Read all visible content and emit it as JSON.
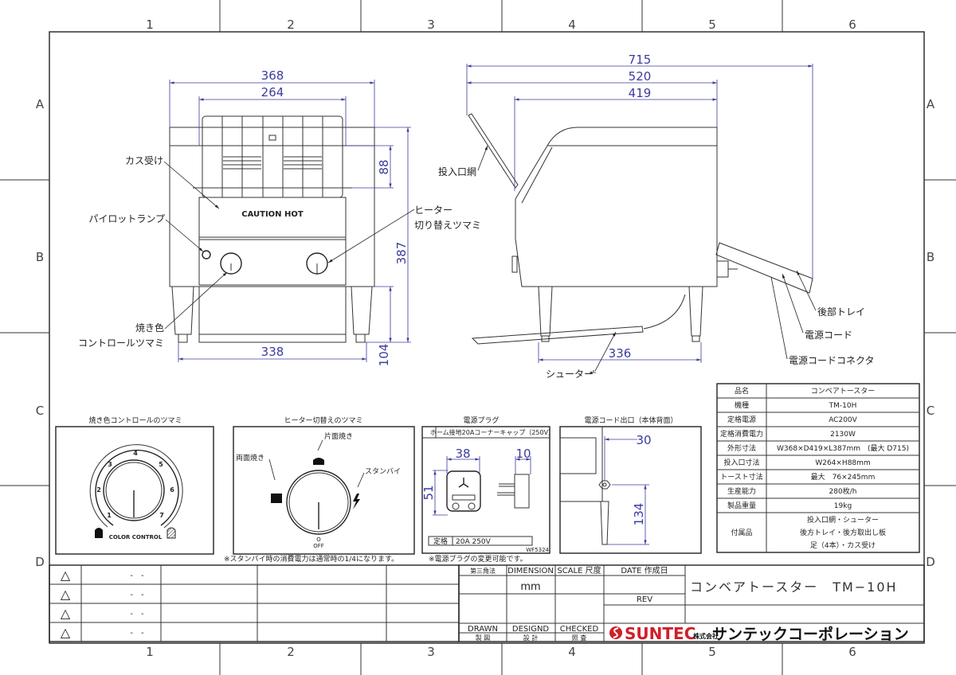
{
  "grid": {
    "columns": [
      "1",
      "2",
      "3",
      "4",
      "5",
      "6"
    ],
    "rows": [
      "A",
      "B",
      "C",
      "D"
    ]
  },
  "front_view": {
    "dims": {
      "overall_width": "368",
      "inlet_width": "264",
      "inlet_height": "88",
      "height": "387",
      "leg_height": "104",
      "leg_span": "338"
    },
    "caution_text": "CAUTION HOT",
    "labels": {
      "crumb_tray": "カス受け",
      "pilot_lamp": "パイロットランプ",
      "color_knob_1": "焼き色",
      "color_knob_2": "コントロールツマミ",
      "heater_knob_1": "ヒーター",
      "heater_knob_2": "切り替えツマミ"
    }
  },
  "side_view": {
    "dims": {
      "max_depth": "715",
      "depth_with_net": "520",
      "body_depth": "419",
      "leg_span": "336"
    },
    "labels": {
      "inlet_net": "投入口網",
      "chute": "シューター",
      "rear_tray": "後部トレイ",
      "power_cord": "電源コード",
      "cord_connector": "電源コードコネクタ"
    }
  },
  "spec_table": [
    {
      "label": "品名",
      "value": "コンベアトースター"
    },
    {
      "label": "機種",
      "value": "TM-10H"
    },
    {
      "label": "定格電源",
      "value": "AC200V"
    },
    {
      "label": "定格消費電力",
      "value": "2130W"
    },
    {
      "label": "外形寸法",
      "value": "W368×D419×L387mm　(最大 D715)"
    },
    {
      "label": "投入口寸法",
      "value": "W264×H88mm"
    },
    {
      "label": "トースト寸法",
      "value": "最大　76×245mm"
    },
    {
      "label": "生産能力",
      "value": "280枚/h"
    },
    {
      "label": "製品重量",
      "value": "19kg"
    }
  ],
  "accessories": {
    "label": "付属品",
    "lines": [
      "投入口網・シューター",
      "後方トレイ・後方取出し板",
      "足（4本）・カス受け"
    ]
  },
  "color_knob_panel": {
    "title": "焼き色コントロールのツマミ",
    "numbers": [
      "1",
      "2",
      "3",
      "4",
      "5",
      "6",
      "7"
    ],
    "caption": "COLOR CONTROL"
  },
  "heater_knob_panel": {
    "title": "ヒーター切替えのツマミ",
    "one_side": "片面焼き",
    "both_sides": "両面焼き",
    "standby": "スタンバイ",
    "off_mark": "O",
    "off": "OFF",
    "note": "※スタンバイ時の消費電力は通常時の1/4になります。"
  },
  "plug_panel": {
    "title": "電源プラグ",
    "type": "ホーム接地20Aコーナーキャップ（250V）",
    "dims": {
      "width": "38",
      "height": "51",
      "depth": "10"
    },
    "rating_label": "定格",
    "rating": "20A 250V",
    "code": "WF5324",
    "note": "※電源プラグの変更可能です。"
  },
  "cord_panel": {
    "title": "電源コード出口（本体背面）",
    "dims": {
      "offset": "30",
      "height": "134"
    }
  },
  "revision_rows": [
    {
      "mark": "△",
      "value": "-　-"
    },
    {
      "mark": "△",
      "value": "-　-"
    },
    {
      "mark": "△",
      "value": "-　-"
    },
    {
      "mark": "△",
      "value": "-　-"
    }
  ],
  "title_block": {
    "projection": "第三角法",
    "dimension": "DIMENSION",
    "scale": "SCALE 尺度",
    "date": "DATE 作成日",
    "unit": "mm",
    "rev": "REV",
    "drawing_title": "コンベアトースター　TM−10H",
    "drawn": "DRAWN",
    "drawn_jp": "製 図",
    "designed": "DESIGND",
    "designed_jp": "設 計",
    "checked": "CHECKED",
    "checked_jp": "照 査",
    "company_brand": "SUNTEC",
    "company_prefix": "株式会社",
    "company_name": "サンテックコーポレーション"
  },
  "colors": {
    "dimension": "#3b3b9e",
    "line": "#333333",
    "logo_red": "#d0202a"
  }
}
